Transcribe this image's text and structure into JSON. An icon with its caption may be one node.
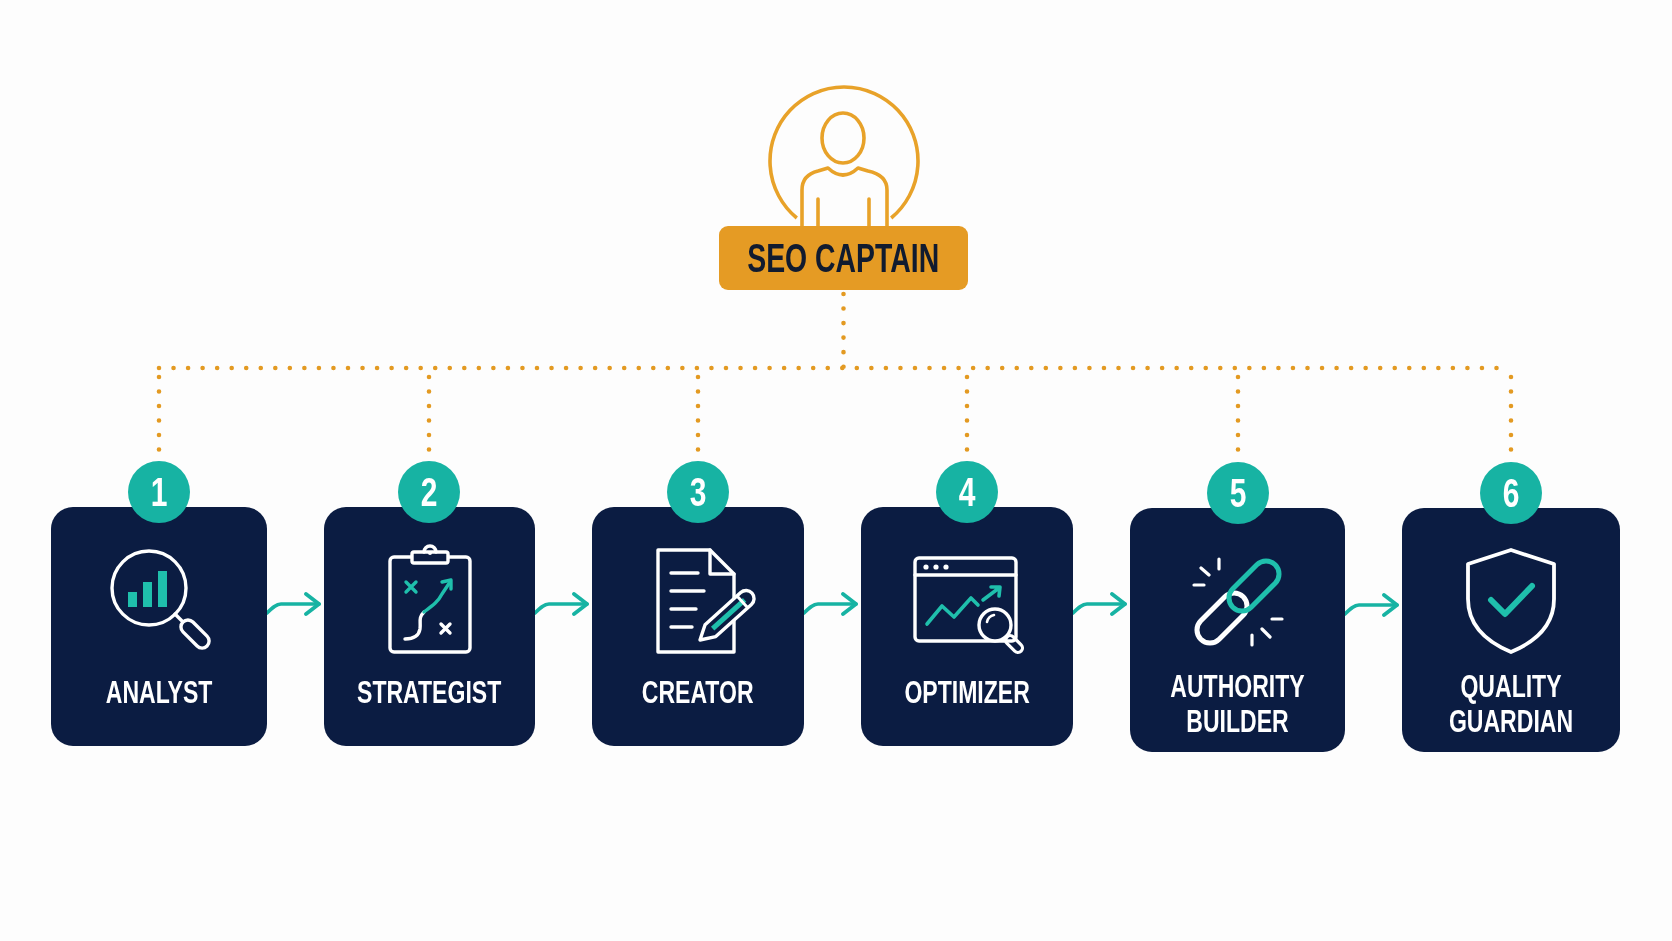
{
  "diagram": {
    "nodes": [
      {
        "text": [
          "SEO CAPTAIN"
        ]
      },
      {
        "text": [
          "1"
        ]
      },
      {
        "text": [
          "ANALYST"
        ]
      },
      {
        "text": [
          "2"
        ]
      },
      {
        "text": [
          "STRATEGIST"
        ]
      },
      {
        "text": [
          "3"
        ]
      },
      {
        "text": [
          "CREATOR"
        ]
      },
      {
        "text": [
          "4"
        ]
      },
      {
        "text": [
          "OPTIMIZER"
        ]
      },
      {
        "text": [
          "5"
        ]
      },
      {
        "text": [
          "AUTHORITY BUILDER"
        ]
      },
      {
        "text": [
          "6"
        ]
      },
      {
        "text": [
          "QUALITY GUARDIAN"
        ]
      }
    ],
    "edges": [
      {
        "from": 0,
        "to": 1,
        "arrow": "none",
        "style": "dashed",
        "color": "#e39a22"
      },
      {
        "from": 0,
        "to": 3,
        "arrow": "none",
        "style": "dashed",
        "color": "#e39a22"
      },
      {
        "from": 0,
        "to": 5,
        "arrow": "none",
        "style": "dashed",
        "color": "#e39a22"
      },
      {
        "from": 0,
        "to": 7,
        "arrow": "none",
        "style": "dashed",
        "color": "#e39a22"
      },
      {
        "from": 0,
        "to": 9,
        "arrow": "none",
        "style": "dashed",
        "color": "#e39a22"
      },
      {
        "from": 0,
        "to": 11,
        "arrow": "none",
        "style": "dashed",
        "color": "#e39a22"
      },
      {
        "from": 2,
        "to": 4,
        "arrow": "to",
        "color": "#17b3a3"
      },
      {
        "from": 4,
        "to": 6,
        "arrow": "to",
        "color": "#17b3a3"
      },
      {
        "from": 6,
        "to": 8,
        "arrow": "to",
        "color": "#17b3a3"
      },
      {
        "from": 8,
        "to": 10,
        "arrow": "to",
        "color": "#17b3a3"
      },
      {
        "from": 10,
        "to": 12,
        "arrow": "to",
        "color": "#17b3a3"
      }
    ]
  }
}
